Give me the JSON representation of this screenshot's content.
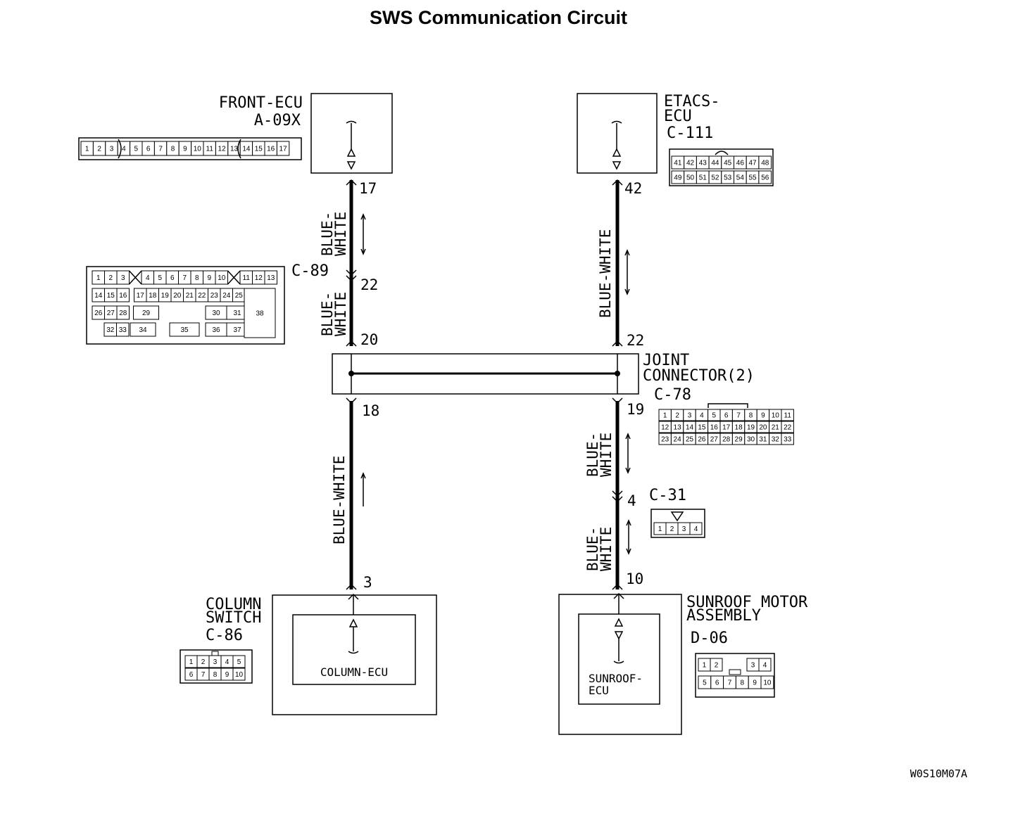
{
  "title": "SWS Communication Circuit",
  "drawing_code": "W0S10M07A",
  "components": {
    "front_ecu": {
      "name": "FRONT-ECU",
      "connector": "A-09X",
      "pin": "17"
    },
    "etacs_ecu": {
      "name_line1": "ETACS-",
      "name_line2": "ECU",
      "connector": "C-111",
      "pin": "42"
    },
    "joint_connector": {
      "name_line1": "JOINT",
      "name_line2": "CONNECTOR(2)",
      "connector": "C-78",
      "pin_left_top": "20",
      "pin_right_top": "22",
      "pin_left_bottom": "18",
      "pin_right_bottom": "19"
    },
    "intermediate_left": {
      "connector": "C-89",
      "pin": "22"
    },
    "intermediate_right": {
      "connector": "C-31",
      "pin": "4"
    },
    "column_switch": {
      "name_line1": "COLUMN",
      "name_line2": "SWITCH",
      "connector": "C-86",
      "pin": "3",
      "inner": "COLUMN-ECU"
    },
    "sunroof_motor": {
      "name_line1": "SUNROOF MOTOR",
      "name_line2": "ASSEMBLY",
      "connector": "D-06",
      "pin": "10",
      "inner_line1": "SUNROOF-",
      "inner_line2": "ECU"
    }
  },
  "wire_labels": {
    "blue": "BLUE-",
    "white": "WHITE",
    "blue_white": "BLUE-WHITE"
  },
  "connector_faces": {
    "a09x": [
      "1",
      "2",
      "3",
      "4",
      "5",
      "6",
      "7",
      "8",
      "9",
      "10",
      "11",
      "12",
      "13",
      "14",
      "15",
      "16",
      "17"
    ],
    "c111_row1": [
      "41",
      "42",
      "43",
      "44",
      "45",
      "46",
      "47",
      "48"
    ],
    "c111_row2": [
      "49",
      "50",
      "51",
      "52",
      "53",
      "54",
      "55",
      "56"
    ],
    "c89_row1": [
      "1",
      "2",
      "3",
      "4",
      "5",
      "6",
      "7",
      "8",
      "9",
      "10",
      "11",
      "12",
      "13"
    ],
    "c89_row2": [
      "14",
      "15",
      "16",
      "17",
      "18",
      "19",
      "20",
      "21",
      "22",
      "23",
      "24",
      "25"
    ],
    "c89_row3": [
      "26",
      "27",
      "28",
      "29",
      "30",
      "31"
    ],
    "c89_row4": [
      "32",
      "33",
      "34",
      "35",
      "36",
      "37"
    ],
    "c89_big": "38",
    "c78_row1": [
      "1",
      "2",
      "3",
      "4",
      "5",
      "6",
      "7",
      "8",
      "9",
      "10",
      "11"
    ],
    "c78_row2": [
      "12",
      "13",
      "14",
      "15",
      "16",
      "17",
      "18",
      "19",
      "20",
      "21",
      "22"
    ],
    "c78_row3": [
      "23",
      "24",
      "25",
      "26",
      "27",
      "28",
      "29",
      "30",
      "31",
      "32",
      "33"
    ],
    "c31": [
      "1",
      "2",
      "3",
      "4"
    ],
    "c86_row1": [
      "1",
      "2",
      "3",
      "4",
      "5"
    ],
    "c86_row2": [
      "6",
      "7",
      "8",
      "9",
      "10"
    ],
    "d06_row1": [
      "1",
      "2",
      "3",
      "4"
    ],
    "d06_row2": [
      "5",
      "6",
      "7",
      "8",
      "9",
      "10"
    ]
  }
}
